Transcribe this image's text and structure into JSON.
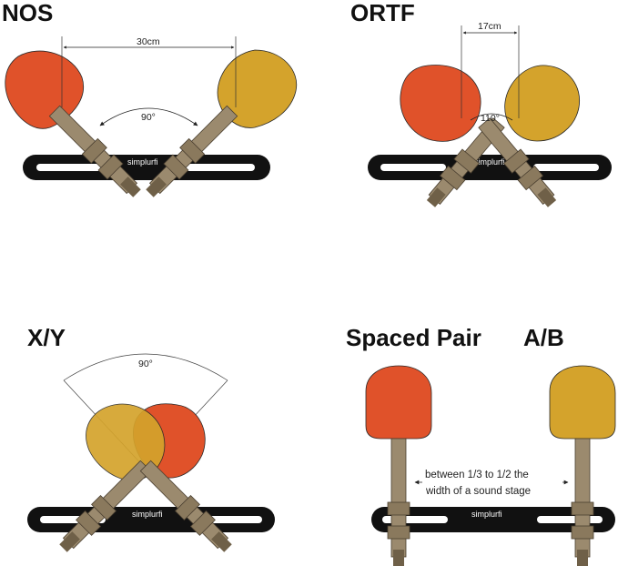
{
  "colors": {
    "orange": "#e0522a",
    "yellow": "#d4a32c",
    "bar": "#111111",
    "mic": "#9b8a6e",
    "mic_dark": "#6f6048"
  },
  "panels": {
    "nos": {
      "title": "NOS",
      "distance": "30cm",
      "angle": "90°",
      "brand": "simplurfi"
    },
    "ortf": {
      "title": "ORTF",
      "distance": "17cm",
      "angle": "110°",
      "brand": "simplurfi"
    },
    "xy": {
      "title": "X/Y",
      "angle": "90°",
      "brand": "simplurfi"
    },
    "ab": {
      "title_left": "Spaced Pair",
      "title_right": "A/B",
      "note_line1": "between 1/3 to 1/2 the",
      "note_line2": "width of a sound stage",
      "brand": "simplurfi"
    }
  }
}
